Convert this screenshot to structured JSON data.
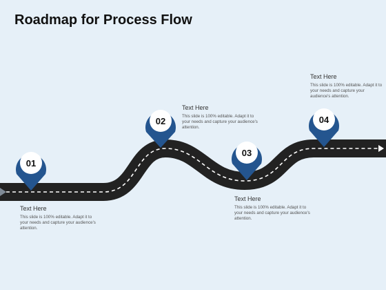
{
  "title": "Roadmap for Process Flow",
  "colors": {
    "background": "#e6f0f8",
    "road": "#222222",
    "road_dash": "#ffffff",
    "pin_blue": "#24558f",
    "pin_inner": "#ffffff"
  },
  "milestones": [
    {
      "label": "01",
      "heading": "Text Here",
      "body": "This slide is 100% editable. Adapt it to your needs and capture your audience's attention."
    },
    {
      "label": "02",
      "heading": "Text Here",
      "body": "This slide is 100% editable. Adapt it to your needs and capture your audience's attention."
    },
    {
      "label": "03",
      "heading": "Text Here",
      "body": "This slide is 100% editable. Adapt it to your needs and capture your audience's attention."
    },
    {
      "label": "04",
      "heading": "Text Here",
      "body": "This slide is 100% editable. Adapt it to your needs and capture your audience's attention."
    }
  ]
}
